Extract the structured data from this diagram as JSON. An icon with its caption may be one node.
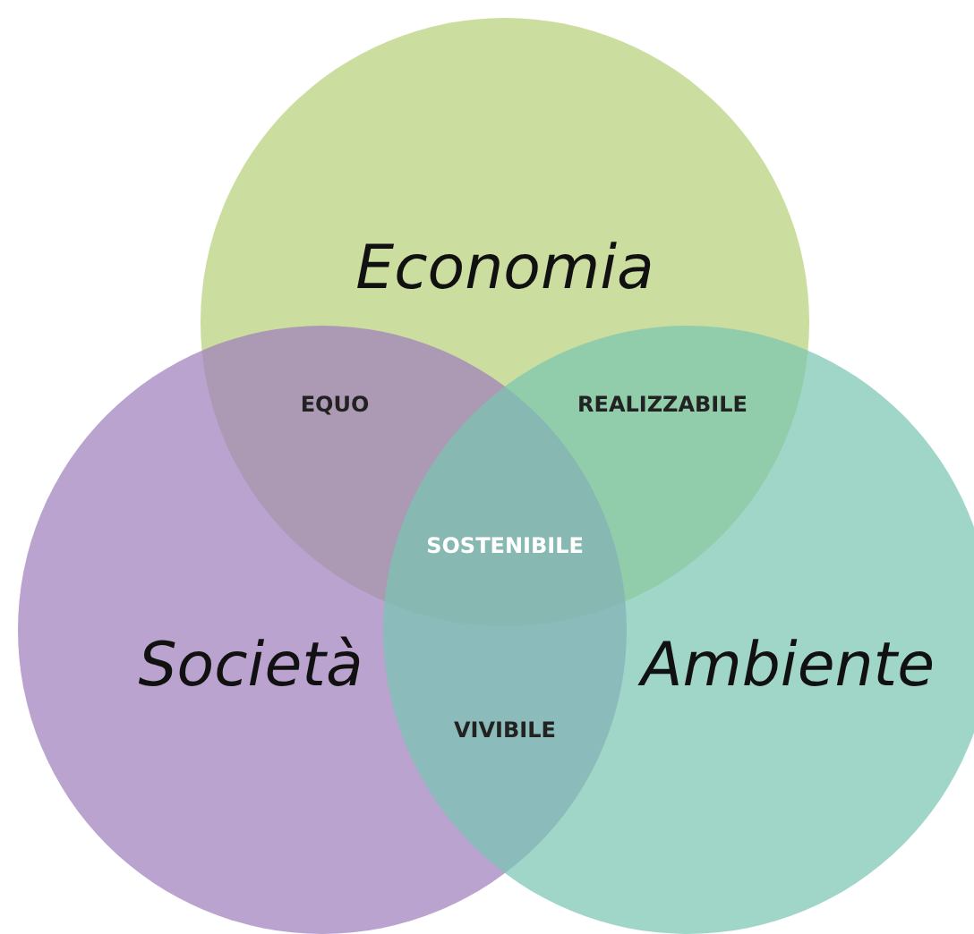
{
  "diagram": {
    "nodes": [
      {
        "text": [
          "Economia"
        ]
      },
      {
        "text": [
          "Società"
        ]
      },
      {
        "text": [
          "Ambiente"
        ]
      }
    ],
    "labels": [
      "EQUO",
      "REALIZZABILE",
      "SOSTENIBILE",
      "VIVIBILE"
    ]
  }
}
